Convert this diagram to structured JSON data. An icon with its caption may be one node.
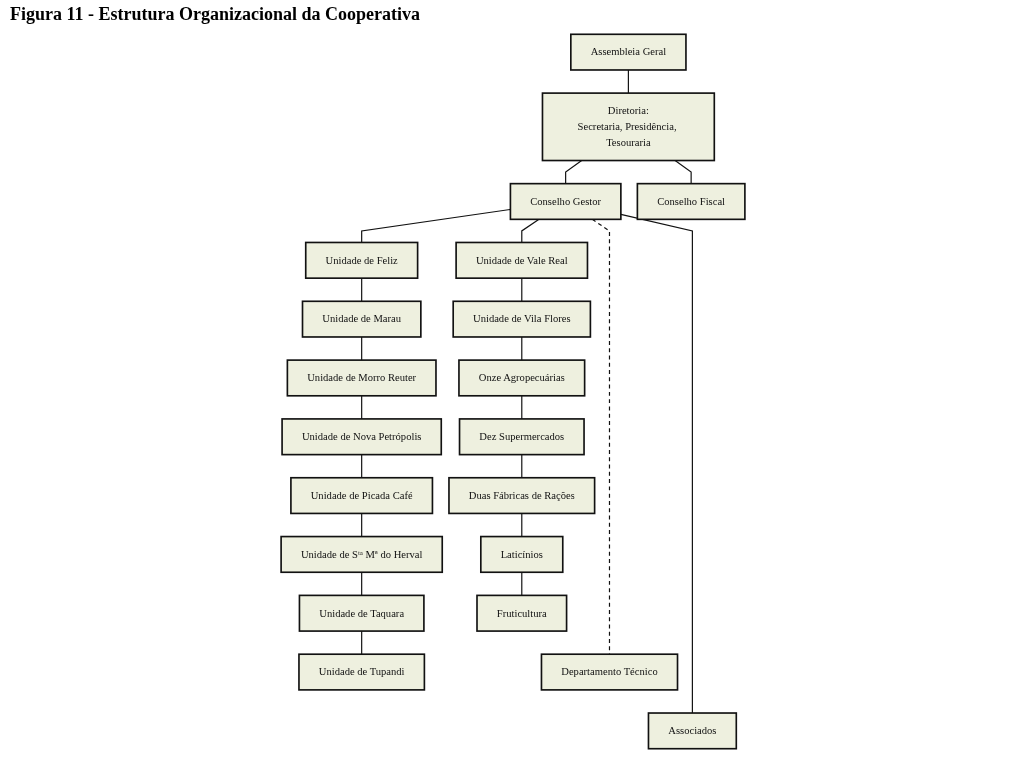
{
  "diagram": {
    "title": "Figura 11 - Estrutura Organizacional da Cooperativa",
    "nodes": [
      {
        "text": [
          "Assembleia Geral"
        ]
      },
      {
        "text": [
          "Diretoria:",
          "Secretaria, Presidência, Tesouraria"
        ]
      },
      {
        "text": [
          "Conselho Fiscal"
        ]
      },
      {
        "text": [
          "Conselho Gestor"
        ]
      },
      {
        "text": [
          "Unidade de Feliz"
        ]
      },
      {
        "text": [
          "Unidade de Marau"
        ]
      },
      {
        "text": [
          "Unidade de Morro Reuter"
        ]
      },
      {
        "text": [
          "Unidade de Nova Petrópolis"
        ]
      },
      {
        "text": [
          "Unidade de Picada Café"
        ]
      },
      {
        "text": [
          "Unidade de Sᵗᵃ Mª do Herval"
        ]
      },
      {
        "text": [
          "Unidade de Taquara"
        ]
      },
      {
        "text": [
          "Unidade de Tupandi"
        ]
      },
      {
        "text": [
          "Unidade de Vale Real"
        ]
      },
      {
        "text": [
          "Unidade de Vila Flores"
        ]
      },
      {
        "text": [
          "Onze Agropecuárias"
        ]
      },
      {
        "text": [
          "Dez Supermercados"
        ]
      },
      {
        "text": [
          "Duas Fábricas de Rações"
        ]
      },
      {
        "text": [
          "Laticínios"
        ]
      },
      {
        "text": [
          "Fruticultura"
        ]
      },
      {
        "text": [
          "Departamento Técnico"
        ]
      },
      {
        "text": [
          "Associados"
        ]
      }
    ],
    "edges": [
      {
        "from": 0,
        "to": 1,
        "arrow": "none"
      },
      {
        "from": 1,
        "to": 2,
        "arrow": "none"
      },
      {
        "from": 1,
        "to": 3,
        "arrow": "none"
      },
      {
        "from": 3,
        "to": 4,
        "arrow": "none"
      },
      {
        "from": 4,
        "to": 5,
        "arrow": "none"
      },
      {
        "from": 5,
        "to": 6,
        "arrow": "none"
      },
      {
        "from": 6,
        "to": 7,
        "arrow": "none"
      },
      {
        "from": 7,
        "to": 8,
        "arrow": "none"
      },
      {
        "from": 8,
        "to": 9,
        "arrow": "none"
      },
      {
        "from": 9,
        "to": 10,
        "arrow": "none"
      },
      {
        "from": 10,
        "to": 11,
        "arrow": "none"
      },
      {
        "from": 3,
        "to": 12,
        "arrow": "none"
      },
      {
        "from": 12,
        "to": 13,
        "arrow": "none"
      },
      {
        "from": 13,
        "to": 14,
        "arrow": "none"
      },
      {
        "from": 14,
        "to": 15,
        "arrow": "none"
      },
      {
        "from": 15,
        "to": 16,
        "arrow": "none"
      },
      {
        "from": 16,
        "to": 17,
        "arrow": "none"
      },
      {
        "from": 17,
        "to": 18,
        "arrow": "none"
      },
      {
        "from": 3,
        "to": 20,
        "arrow": "none"
      },
      {
        "from": 3,
        "to": 19,
        "arrow": "none",
        "style": "dashed"
      }
    ]
  }
}
